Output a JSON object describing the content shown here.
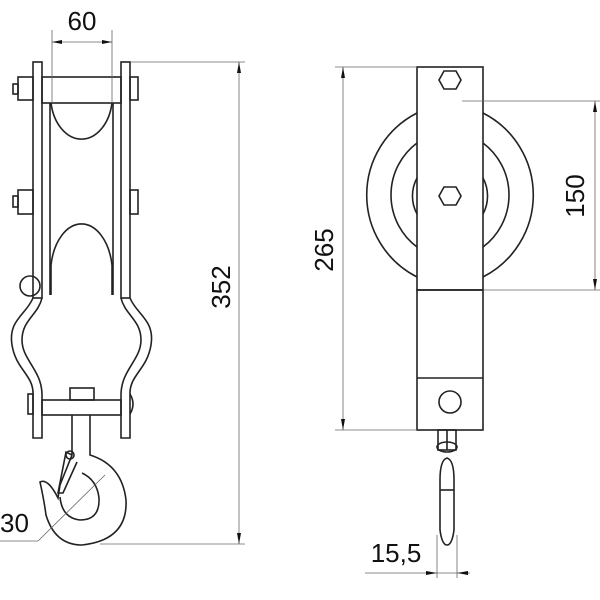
{
  "title": "Pulley block with hook – technical drawing",
  "dimensions": {
    "width_top": "60",
    "height_total": "352",
    "hook_throat": "30",
    "body_height": "265",
    "sheave_diameter": "150",
    "hook_thickness": "15,5"
  },
  "colors": {
    "line": "#222222",
    "dim_line": "#666666",
    "background": "#ffffff"
  }
}
